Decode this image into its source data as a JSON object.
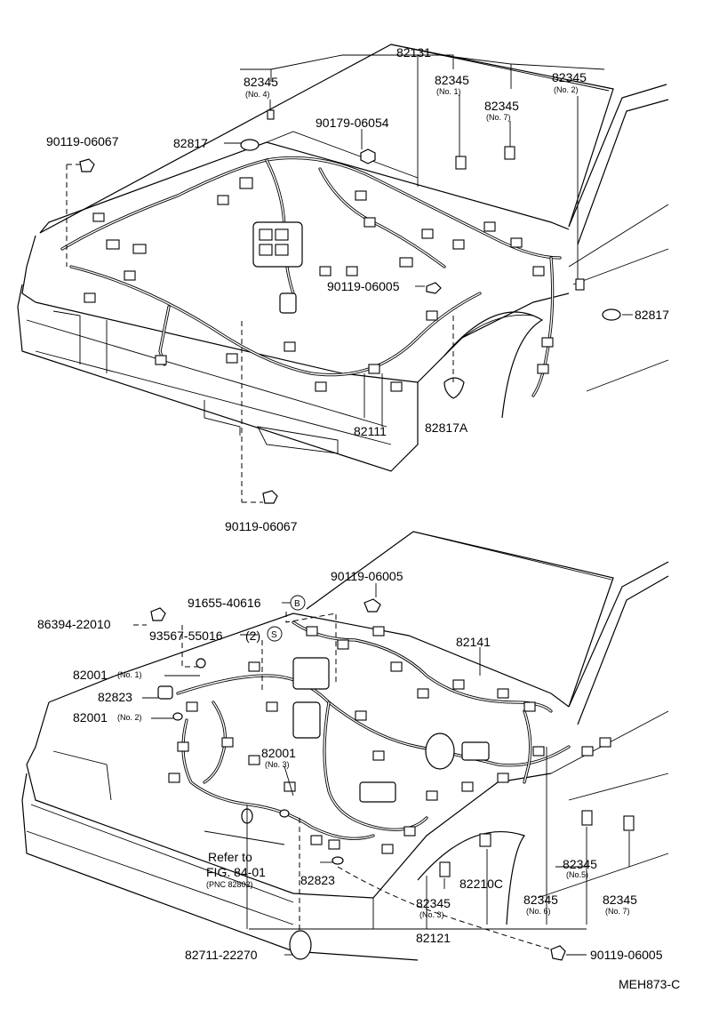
{
  "figure_code": "MEH873-C",
  "top": {
    "harness": "82131",
    "l_82345_no4": "82345",
    "l_82345_no4_sub": "(No. 4)",
    "l_82345_no1": "82345",
    "l_82345_no1_sub": "(No. 1)",
    "l_82345_no2": "82345",
    "l_82345_no2_sub": "(No. 2)",
    "l_82345_no7": "82345",
    "l_82345_no7_sub": "(No. 7)",
    "l_90179": "90179-06054",
    "l_90119_a": "90119-06067",
    "l_82817_a": "82817",
    "l_90119_b": "90119-06005",
    "l_82817_b": "82817",
    "l_82111": "82111",
    "l_82817A": "82817A",
    "l_90119_c": "90119-06067"
  },
  "bottom": {
    "l_90119_d": "90119-06005",
    "l_91655": "91655-40616",
    "circle_b": "B",
    "l_86394": "86394-22010",
    "l_93567": "93567-55016",
    "qty_2": "(2)",
    "circle_s": "S",
    "l_82141": "82141",
    "l_82001_no1": "82001",
    "l_82001_no1_sub": "(No. 1)",
    "l_82823_a": "82823",
    "l_82001_no2": "82001",
    "l_82001_no2_sub": "(No. 2)",
    "l_82001_no3": "82001",
    "l_82001_no3_sub": "(No. 3)",
    "refer_1": "Refer to",
    "refer_2": "FIG. 84-01",
    "refer_3": "(PNC 82802)",
    "l_82823_b": "82823",
    "l_82210C": "82210C",
    "l_82345_no5": "82345",
    "l_82345_no5_sub": "(No.5)",
    "l_82345_no3": "82345",
    "l_82345_no3_sub": "(No. 3)",
    "l_82345_no6": "82345",
    "l_82345_no6_sub": "(No. 6)",
    "l_82345_no7b": "82345",
    "l_82345_no7b_sub": "(No. 7)",
    "l_82121": "82121",
    "l_82711": "82711-22270",
    "l_90119_e": "90119-06005"
  }
}
